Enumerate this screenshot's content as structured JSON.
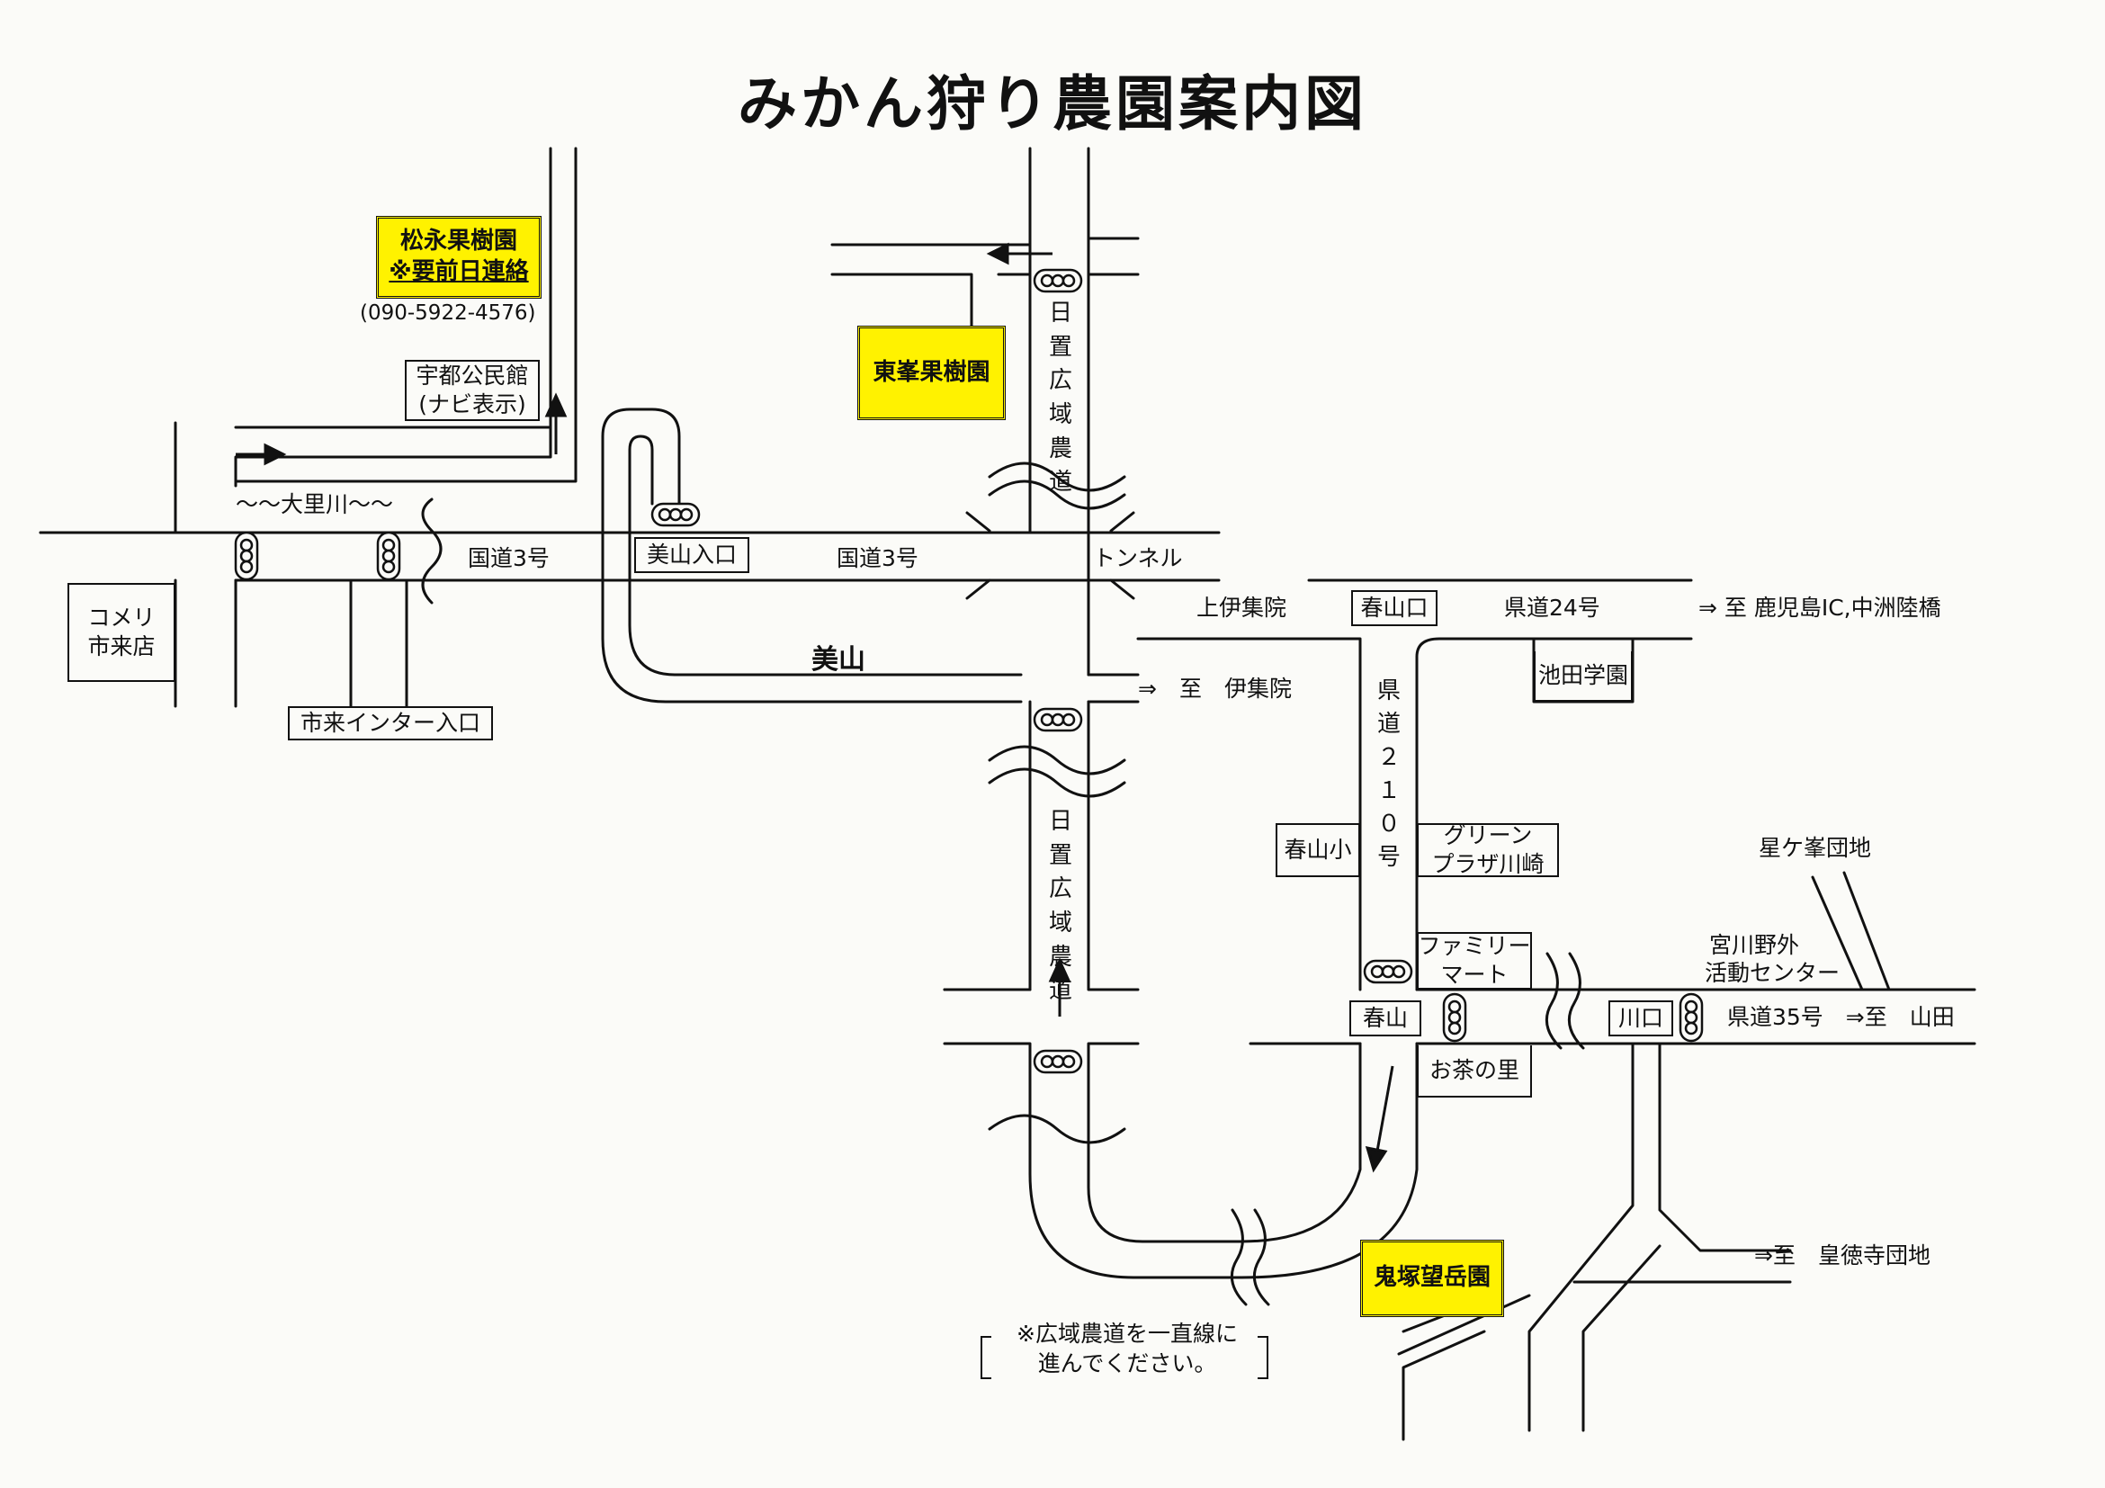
{
  "title": "みかん狩り農園案内図",
  "farms": {
    "matsunaga": {
      "name": "松永果樹園",
      "note": "※要前日連絡",
      "phone": "(090-5922-4576)"
    },
    "touhou": {
      "name": "東峯果樹園"
    },
    "onizuka": {
      "name": "鬼塚望岳園"
    }
  },
  "places": {
    "uto_hall": [
      "宇都公民館",
      "(ナビ表示)"
    ],
    "komeri": [
      "コメリ",
      "市来店"
    ],
    "ichiki_ic": "市来インター入口",
    "miyama_entrance": "美山入口",
    "haruyama_guchi": "春山口",
    "ikeda": "池田学園",
    "haruyama_school": "春山小",
    "green_plaza": [
      "グリーン",
      "プラザ川崎"
    ],
    "familymart": [
      "ファミリー",
      "マート"
    ],
    "haruyama": "春山",
    "kawaguchi": "川口",
    "ochanosato": "お茶の里"
  },
  "labels": {
    "river": "～～大里川～～",
    "route3_left": "国道3号",
    "route3_right": "国道3号",
    "tunnel": "トンネル",
    "miyama": "美山",
    "kamiijuin": "上伊集院",
    "pref24": "県道24号",
    "to_kagoshima": "⇒ 至 鹿児島IC,中洲陸橋",
    "to_ijuin": "⇒　至　伊集院",
    "hoshigamine": "星ケ峯団地",
    "miyagawa": [
      "宮川野外",
      "活動センター"
    ],
    "pref35": "県道35号　⇒至　山田",
    "to_koutokuji": "⇒至　皇徳寺団地"
  },
  "vertical": {
    "hioki_upper": "日置広域農道",
    "hioki_lower": "日置広域農道",
    "pref210": "県道210号"
  },
  "note": [
    "※広域農道を一直線に",
    "進んでください。"
  ],
  "colors": {
    "farm_highlight": "#fff200",
    "line": "#111111",
    "paper": "#fbfbf8"
  }
}
